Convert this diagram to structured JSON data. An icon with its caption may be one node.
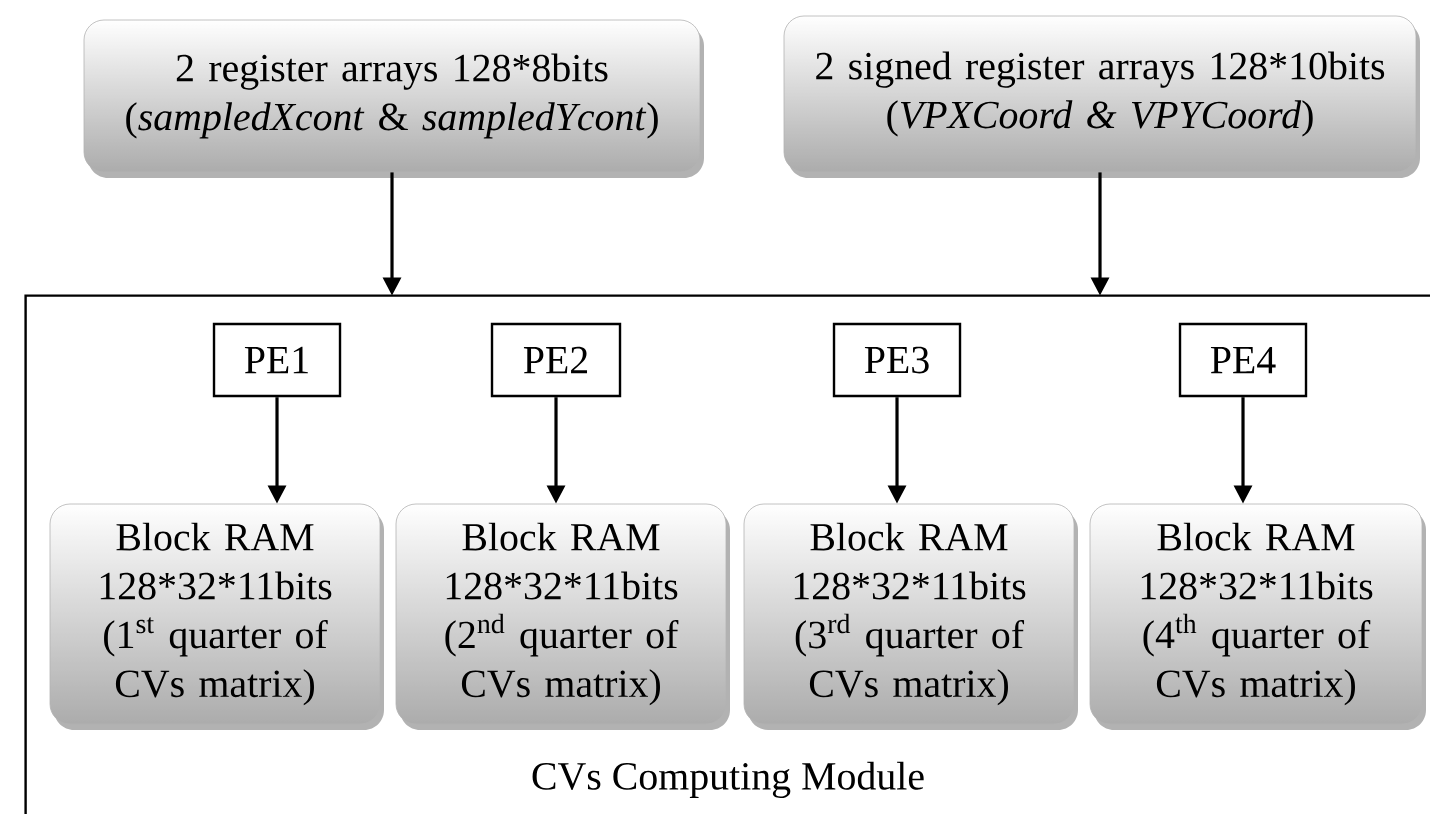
{
  "diagram": {
    "nodes": [
      {
        "text": [
          "2 register arrays 128*8bits (*sampledXcont* & *sampledYcont*)"
        ]
      },
      {
        "text": [
          "2 signed register arrays 128*10bits (*VPXCoord & VPYCoord*)"
        ]
      },
      {
        "text": [
          "CVs Computing Module"
        ]
      },
      {
        "text": [
          "PE1"
        ],
        "in": 2
      },
      {
        "text": [
          "PE2"
        ],
        "in": 2
      },
      {
        "text": [
          "PE3"
        ],
        "in": 2
      },
      {
        "text": [
          "PE4"
        ],
        "in": 2
      },
      {
        "text": [
          "Block RAM 128*32*11bits (1$^{st}$ quarter of CVs matrix)"
        ],
        "in": 2
      },
      {
        "text": [
          "Block RAM 128*32*11bits (2$^{nd}$ quarter of CVs matrix)"
        ],
        "in": 2
      },
      {
        "text": [
          "Block RAM 128*32*11bits (3$^{rd}$ quarter of CVs matrix)"
        ],
        "in": 2
      },
      {
        "text": [
          "Block RAM 128*32*11bits (4$^{th}$ quarter of CVs matrix)"
        ],
        "in": 2
      }
    ],
    "edges": [
      {
        "from": 0,
        "to": 2,
        "arrow": "to"
      },
      {
        "from": 1,
        "to": 2,
        "arrow": "to"
      },
      {
        "from": 3,
        "to": 7,
        "arrow": "to"
      },
      {
        "from": 4,
        "to": 8,
        "arrow": "to"
      },
      {
        "from": 5,
        "to": 9,
        "arrow": "to"
      },
      {
        "from": 6,
        "to": 10,
        "arrow": "to"
      }
    ]
  }
}
